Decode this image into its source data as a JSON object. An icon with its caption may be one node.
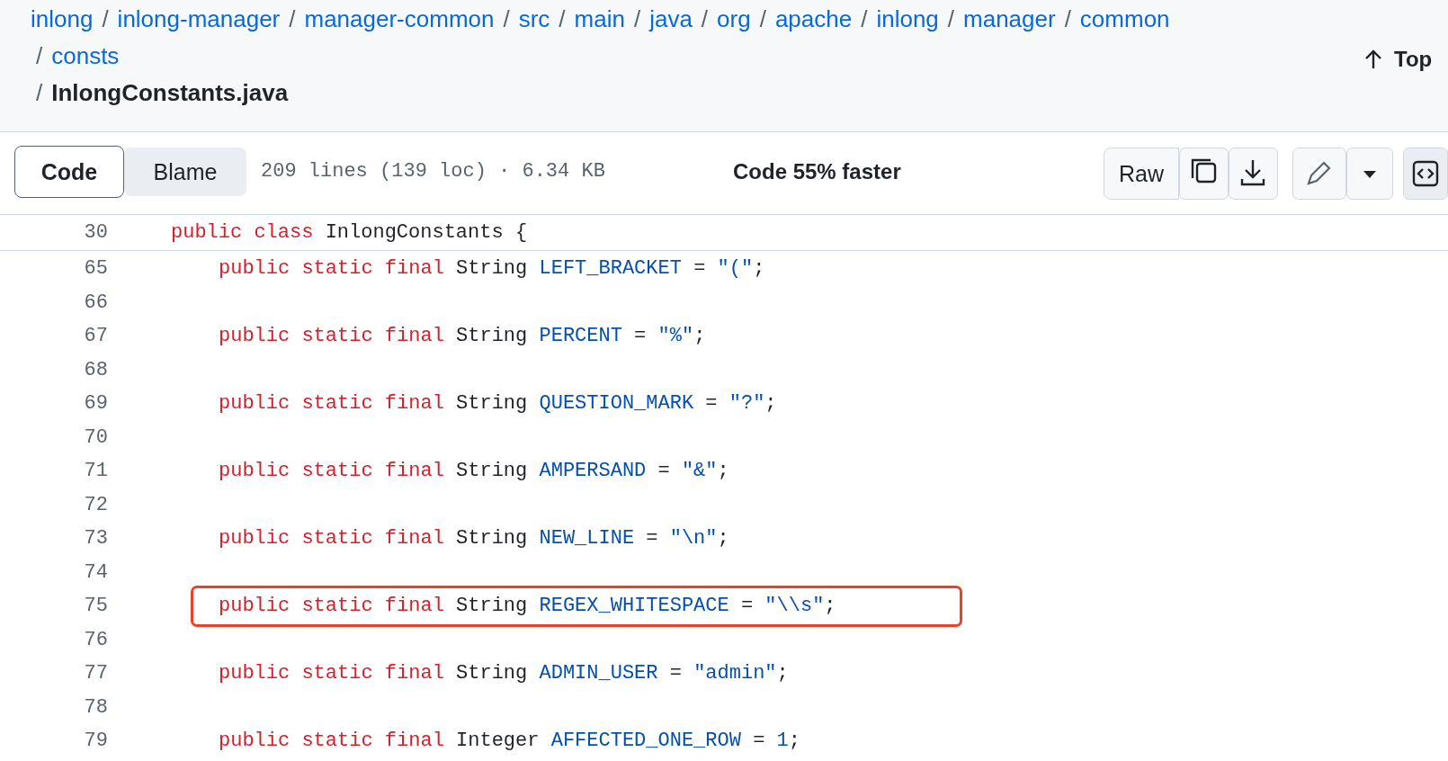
{
  "diagram": {
    "nodes": [
      {
        "text": [
          "Code"
        ]
      },
      {
        "text": [
          "Blame"
        ]
      },
      {
        "text": [
          "Raw"
        ]
      },
      {
        "text": [
          "public static final String REGEX_WHITESPACE = \"\\\\s\";"
        ]
      }
    ],
    "labels": [
      "inlong",
      "/",
      "inlong-manager",
      "/",
      "manager-common",
      "/",
      "src",
      "/",
      "main",
      "/",
      "java",
      "/",
      "org",
      "/",
      "apache",
      "/",
      "inlong",
      "/",
      "manager",
      "/",
      "common",
      "/",
      "consts",
      "/",
      "InlongConstants.java",
      "Top",
      "209 lines (139 loc) · 6.34 KB",
      "Code 55% faster",
      "30",
      "public class InlongConstants {",
      "65",
      "public static final String LEFT_BRACKET = \"(\";",
      "66",
      "67",
      "public static final String PERCENT = \"%\";",
      "68",
      "69",
      "public static final String QUESTION_MARK = \"?\";",
      "70",
      "71",
      "public static final String AMPERSAND = \"&\";",
      "72",
      "73",
      "public static final String NEW_LINE = \"\\n\";",
      "74",
      "75",
      "76",
      "77",
      "public static final String ADMIN_USER = \"admin\";",
      "78",
      "79",
      "public static final Integer AFFECTED_ONE_ROW = 1;"
    ]
  }
}
